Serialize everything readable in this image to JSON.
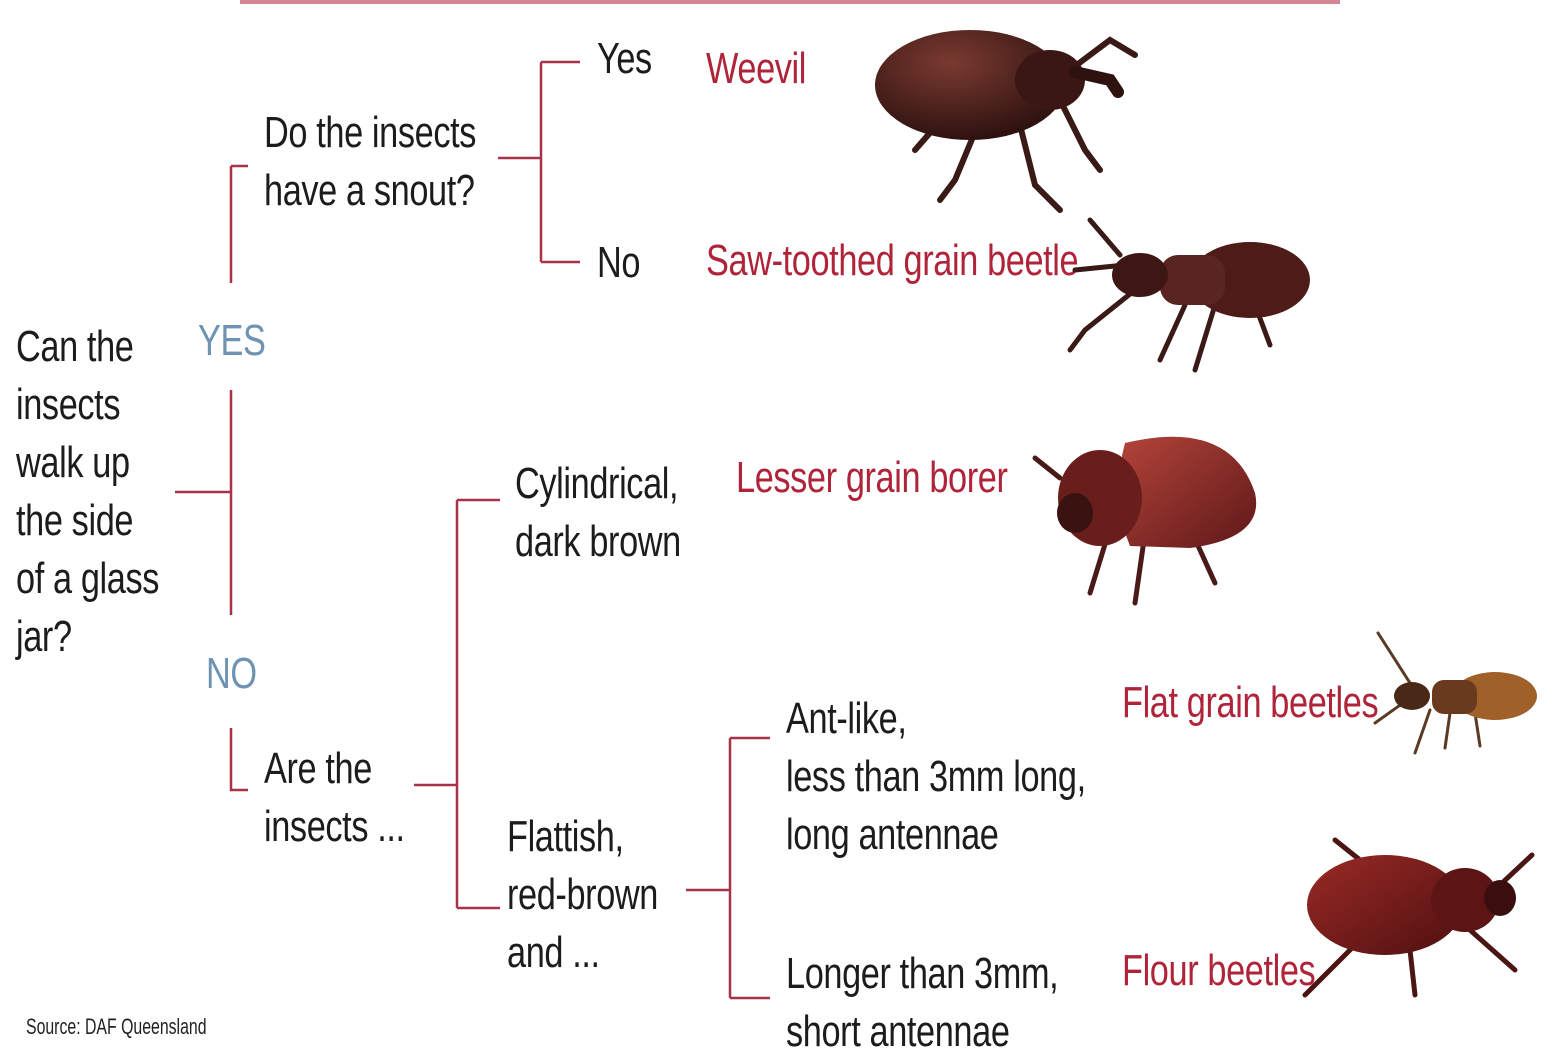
{
  "question": "Can the\ninsects\nwalk up\nthe side\nof a glass\njar?",
  "branch_yes": "YES",
  "branch_no": "NO",
  "q_snout": "Do the insects\nhave a snout?",
  "answer_yes": "Yes",
  "answer_no": "No",
  "q_are": "Are the\ninsects ...",
  "opt_cylindrical": "Cylindrical,\ndark brown",
  "opt_flattish": "Flattish,\nred-brown\nand ...",
  "opt_antlike": "Ant-like,\nless than 3mm long,\nlong antennae",
  "opt_longer": "Longer than 3mm,\nshort antennae",
  "result_weevil": "Weevil",
  "result_sawtoothed": "Saw-toothed grain beetle",
  "result_lesser": "Lesser grain borer",
  "result_flat": "Flat grain beetles",
  "result_flour": "Flour beetles",
  "source": "Source: DAF Queensland",
  "colors": {
    "text": "#1c1c1c",
    "result": "#b0243a",
    "branch": "#6f93b3",
    "connector": "#a8324a",
    "bug_dark": "#4a2220",
    "bug_red": "#6e1f1f",
    "bug_flat": "#8a4e22"
  },
  "images": [
    "weevil-image",
    "saw-toothed-grain-beetle-image",
    "lesser-grain-borer-image",
    "flat-grain-beetle-image",
    "flour-beetle-image"
  ]
}
